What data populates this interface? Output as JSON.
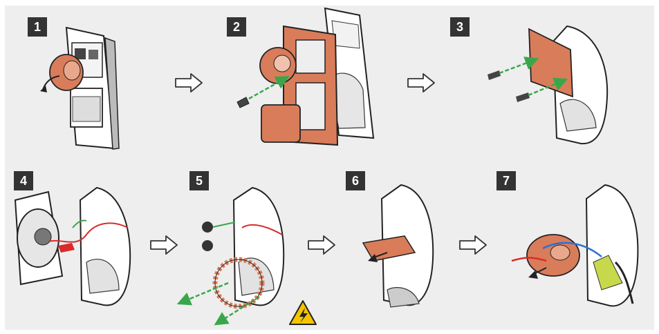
{
  "steps": [
    {
      "number": "1"
    },
    {
      "number": "2"
    },
    {
      "number": "3"
    },
    {
      "number": "4"
    },
    {
      "number": "5"
    },
    {
      "number": "6"
    },
    {
      "number": "7"
    }
  ],
  "colors": {
    "background": "#eeeeee",
    "badge": "#333333",
    "component_orange": "#d97c5a",
    "arrow_green": "#3aa64a",
    "wire_red": "#d92b2b",
    "wire_blue": "#2c6fd6",
    "warning_yellow": "#f5c400"
  },
  "icons": [
    "right-arrow-icon",
    "high-voltage-warning-icon",
    "removal-direction-arrow-icon"
  ]
}
